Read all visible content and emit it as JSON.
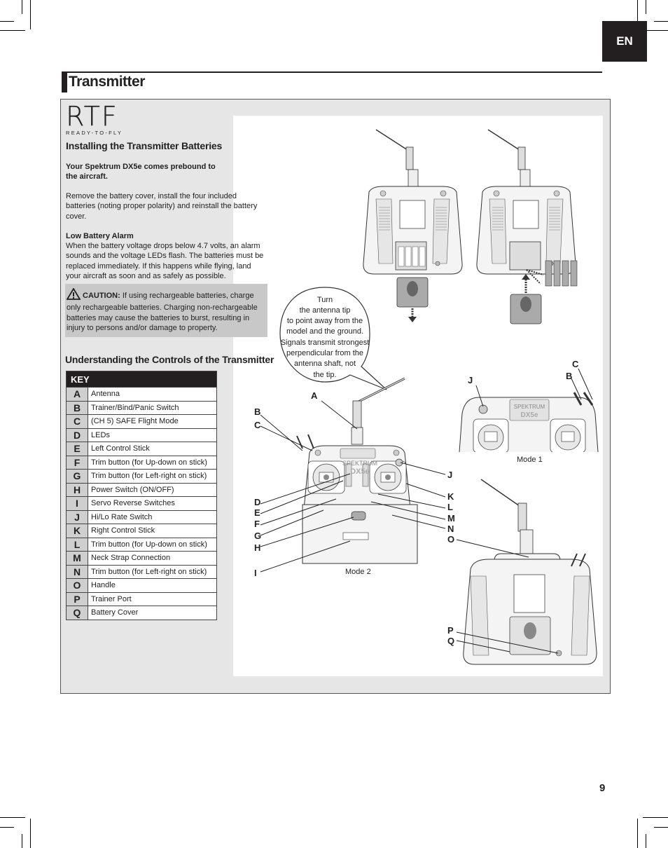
{
  "lang_tab": "EN",
  "page_title": "Transmitter",
  "page_number": "9",
  "logo": {
    "big": "RTF",
    "small": "READY-TO-FLY"
  },
  "installing": {
    "heading": "Installing the Transmitter Batteries",
    "prebound": "Your Spektrum DX5e comes prebound to the aircraft.",
    "instructions": "Remove the battery cover, install the four included batteries (noting proper polarity) and reinstall the battery cover.",
    "alarm_heading": "Low Battery Alarm",
    "alarm_text": "When the battery voltage drops below 4.7 volts, an alarm sounds and the voltage LEDs flash. The batteries must be replaced immediately. If this happens while flying, land your aircraft as soon and as safely as possible."
  },
  "caution": {
    "label": "CAUTION:",
    "text": " If using rechargeable batteries, charge only rechargeable batteries. Charging non-rechargeable batteries may cause the batteries to burst, resulting in injury to persons and/or damage to property."
  },
  "controls_heading": "Understanding the Controls of the Transmitter",
  "key": {
    "header": "KEY",
    "rows": [
      {
        "letter": "A",
        "desc": "Antenna"
      },
      {
        "letter": "B",
        "desc": "Trainer/Bind/Panic Switch"
      },
      {
        "letter": "C",
        "desc": "(CH 5) SAFE Flight Mode"
      },
      {
        "letter": "D",
        "desc": "LEDs"
      },
      {
        "letter": "E",
        "desc": "Left Control Stick"
      },
      {
        "letter": "F",
        "desc": "Trim button (for Up-down on stick)"
      },
      {
        "letter": "G",
        "desc": "Trim button (for Left-right on stick)"
      },
      {
        "letter": "H",
        "desc": "Power Switch (ON/OFF)"
      },
      {
        "letter": "I",
        "desc": "Servo Reverse Switches"
      },
      {
        "letter": "J",
        "desc": "Hi/Lo Rate Switch"
      },
      {
        "letter": "K",
        "desc": "Right Control Stick"
      },
      {
        "letter": "L",
        "desc": "Trim button (for Up-down on stick)"
      },
      {
        "letter": "M",
        "desc": "Neck Strap Connection"
      },
      {
        "letter": "N",
        "desc": "Trim button (for Left-right on stick)"
      },
      {
        "letter": "O",
        "desc": "Handle"
      },
      {
        "letter": "P",
        "desc": "Trainer Port"
      },
      {
        "letter": "Q",
        "desc": "Battery Cover"
      }
    ]
  },
  "bubble_lines": [
    "Turn",
    "the antenna tip",
    "to point away from the",
    "model and the ground.",
    "Signals transmit strongest",
    "perpendicular from the",
    "antenna shaft, not",
    "the tip."
  ],
  "mode1_label": "Mode 1",
  "mode2_label": "Mode 2",
  "brand_text": "SPEKTRUM",
  "model_text": "DX5e",
  "callouts": {
    "A": "A",
    "B": "B",
    "C": "C",
    "D": "D",
    "E": "E",
    "F": "F",
    "G": "G",
    "H": "H",
    "I": "I",
    "J": "J",
    "K": "K",
    "L": "L",
    "M": "M",
    "N": "N",
    "O": "O",
    "P": "P",
    "Q": "Q"
  }
}
